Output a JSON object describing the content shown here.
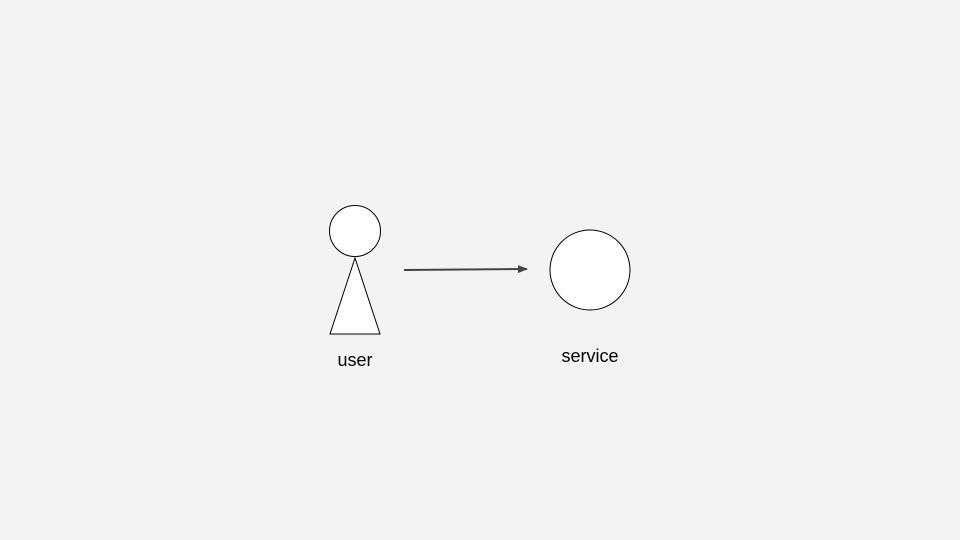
{
  "colors": {
    "background": "#f3f3f3",
    "shape_fill": "#ffffff",
    "shape_stroke": "#000000",
    "arrow": "#444444",
    "text": "#000000"
  },
  "nodes": {
    "user": {
      "label": "user",
      "icon": "stick-figure-icon"
    },
    "service": {
      "label": "service",
      "icon": "circle-icon"
    }
  },
  "edges": [
    {
      "from": "user",
      "to": "service",
      "label": ""
    }
  ]
}
